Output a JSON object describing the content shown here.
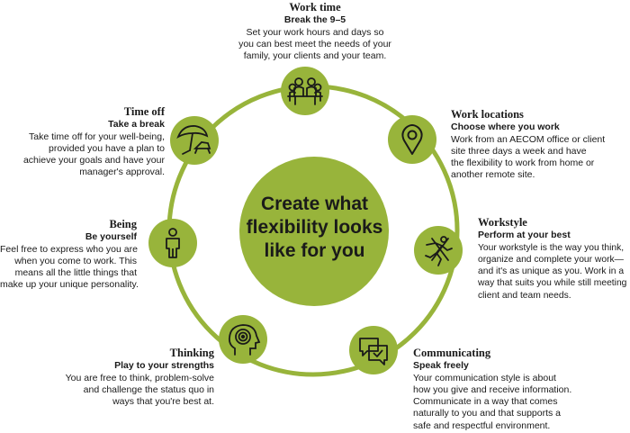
{
  "center": {
    "lines": [
      "Create what",
      "flexibility looks",
      "like for you"
    ]
  },
  "colors": {
    "accent": "#98b43b",
    "ring": "#98b43b",
    "text": "#1a1a1a"
  },
  "items": [
    {
      "key": "work_time",
      "icon": "meeting-people-icon",
      "title": "Work time",
      "subtitle": "Break the 9–5",
      "lines": [
        "Set your work hours and days so",
        "you can best meet the needs of your",
        "family, your clients and your team."
      ]
    },
    {
      "key": "work_locations",
      "icon": "location-pin-icon",
      "title": "Work locations",
      "subtitle": "Choose where you work",
      "lines": [
        "Work from an AECOM office or client",
        "site three days a week and have",
        "the flexibility to work from home or",
        "another remote site."
      ]
    },
    {
      "key": "workstyle",
      "icon": "person-running-icon",
      "title": "Workstyle",
      "subtitle": "Perform at your best",
      "lines": [
        "Your workstyle is the way you think,",
        "organize and complete your work—",
        "and it's as unique as you. Work in a",
        "way that suits you while still meeting",
        "client and team needs."
      ]
    },
    {
      "key": "communicating",
      "icon": "chat-bubbles-icon",
      "title": "Communicating",
      "subtitle": "Speak freely",
      "lines": [
        "Your communication style is about",
        "how you give and receive information.",
        "Communicate in a way that comes",
        "naturally to you and that supports a",
        "safe and respectful environment."
      ]
    },
    {
      "key": "thinking",
      "icon": "head-target-icon",
      "title": "Thinking",
      "subtitle": "Play to your strengths",
      "lines": [
        "You are free to think, problem-solve",
        "and challenge the status quo in",
        "ways that you're best at."
      ]
    },
    {
      "key": "being",
      "icon": "person-standing-icon",
      "title": "Being",
      "subtitle": "Be yourself",
      "lines": [
        "Feel free to express who you are",
        "when you come to work. This",
        "means all the little things that",
        "make up your unique personality."
      ]
    },
    {
      "key": "time_off",
      "icon": "beach-umbrella-icon",
      "title": "Time off",
      "subtitle": "Take a break",
      "lines": [
        "Take time off for your well-being,",
        "provided you have a plan to",
        "achieve your goals and have your",
        "manager's approval."
      ]
    }
  ]
}
